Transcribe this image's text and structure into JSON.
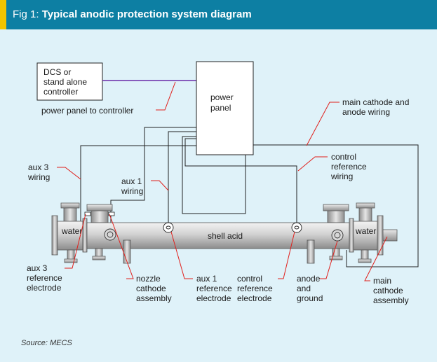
{
  "header": {
    "fig_label": "Fig 1: ",
    "title": "Typical anodic protection system diagram"
  },
  "labels": {
    "controller_line1": "DCS or",
    "controller_line2": "stand alone",
    "controller_line3": "controller",
    "power_panel_line1": "power",
    "power_panel_line2": "panel",
    "power_panel_to_controller": "power panel to controller",
    "main_cathode_line1": "main cathode and",
    "main_cathode_line2": "anode wiring",
    "control_ref_wiring_line1": "control",
    "control_ref_wiring_line2": "reference",
    "control_ref_wiring_line3": "wiring",
    "aux3_wiring_line1": "aux 3",
    "aux3_wiring_line2": "wiring",
    "aux1_wiring_line1": "aux 1",
    "aux1_wiring_line2": "wiring",
    "water_left": "water",
    "water_right": "water",
    "shell_acid": "shell acid",
    "aux3_ref_line1": "aux 3",
    "aux3_ref_line2": "reference",
    "aux3_ref_line3": "electrode",
    "nozzle_line1": "nozzle",
    "nozzle_line2": "cathode",
    "nozzle_line3": "assembly",
    "aux1_ref_line1": "aux 1",
    "aux1_ref_line2": "reference",
    "aux1_ref_line3": "electrode",
    "control_ref_line1": "control",
    "control_ref_line2": "reference",
    "control_ref_line3": "electrode",
    "anode_line1": "anode",
    "anode_line2": "and",
    "anode_line3": "ground",
    "main_cathode_asm_line1": "main",
    "main_cathode_asm_line2": "cathode",
    "main_cathode_asm_line3": "assembly"
  },
  "source": "Source: MECS",
  "colors": {
    "header": "#0d7fa3",
    "accent": "#f2c400",
    "panel": "#dff2f9",
    "leader": "#e0201c",
    "controller_link": "#6a2aa8"
  }
}
